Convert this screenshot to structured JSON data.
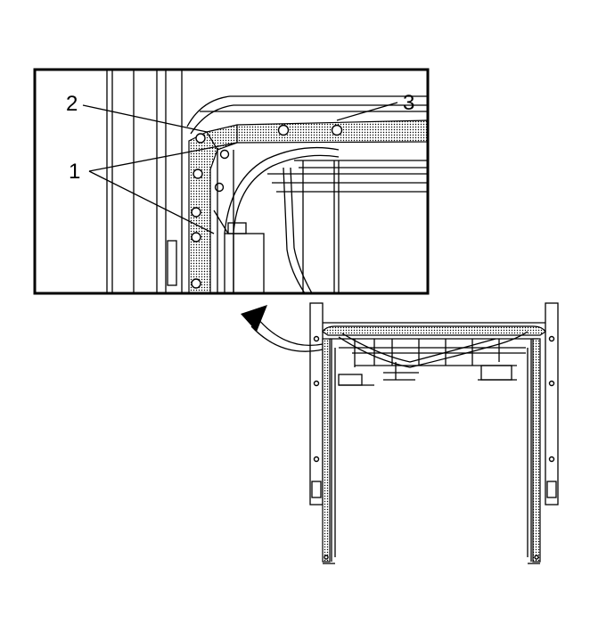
{
  "figure": {
    "callouts": [
      {
        "id": "c1",
        "label": "1"
      },
      {
        "id": "c2",
        "label": "2"
      },
      {
        "id": "c3",
        "label": "3"
      }
    ],
    "colors": {
      "line": "#000000",
      "background": "#ffffff"
    }
  }
}
